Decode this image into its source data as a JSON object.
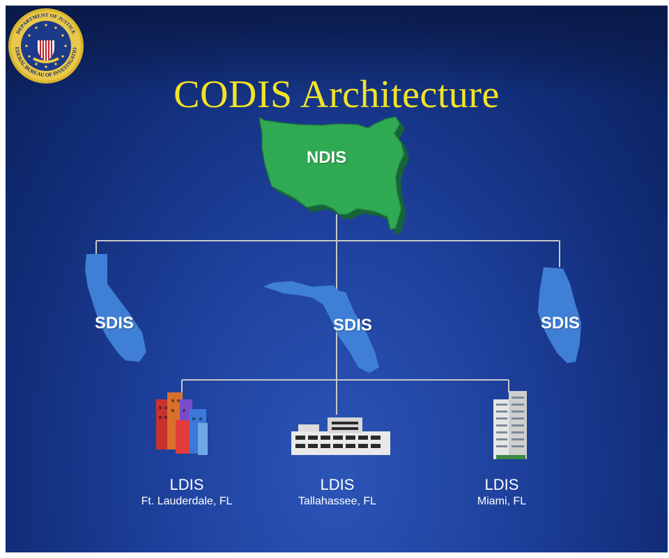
{
  "title": "CODIS Architecture",
  "seal": {
    "text_top": "DEPARTMENT OF JUSTICE",
    "text_bottom": "FEDERAL BUREAU OF INVESTIGATION"
  },
  "national": {
    "label": "NDIS"
  },
  "states": [
    {
      "label": "SDIS"
    },
    {
      "label": "SDIS"
    },
    {
      "label": "SDIS"
    }
  ],
  "locals": [
    {
      "label": "LDIS",
      "location": "Ft. Lauderdale, FL"
    },
    {
      "label": "LDIS",
      "location": "Tallahassee, FL"
    },
    {
      "label": "LDIS",
      "location": "Miami, FL"
    }
  ],
  "colors": {
    "title": "#f2e326",
    "national_map": "#2faa52",
    "state_map": "#3f7fd6",
    "connector": "#c8c8c8",
    "background": "#1d3f9a"
  }
}
